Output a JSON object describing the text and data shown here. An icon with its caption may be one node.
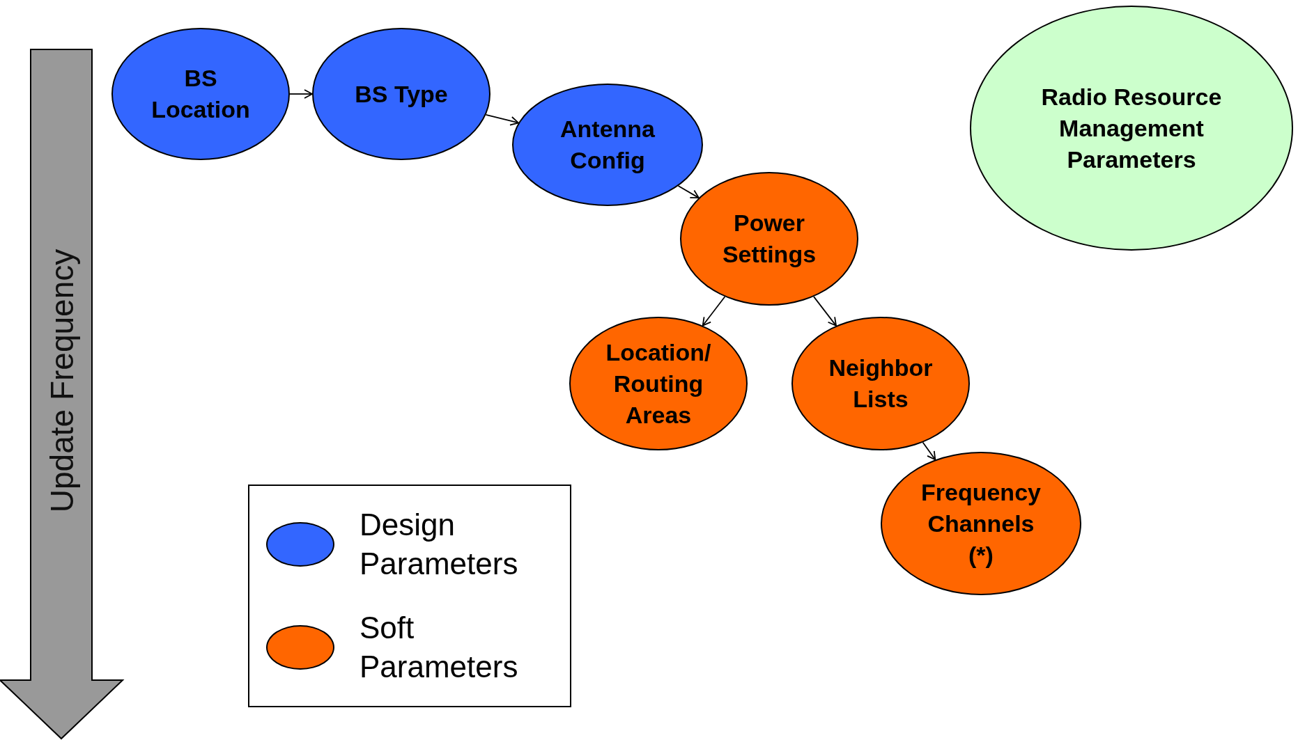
{
  "diagram": {
    "nodes": [
      {
        "text": [
          "BS Location"
        ]
      },
      {
        "text": [
          "BS Type"
        ]
      },
      {
        "text": [
          "Antenna Config"
        ]
      },
      {
        "text": [
          "Power Settings"
        ]
      },
      {
        "text": [
          "Location/ Routing Areas"
        ]
      },
      {
        "text": [
          "Neighbor Lists"
        ]
      },
      {
        "text": [
          "Frequency Channels (*)"
        ]
      },
      {
        "text": [
          "Radio Resource Management Parameters"
        ]
      }
    ],
    "edges": [
      {
        "from": 0,
        "to": 1,
        "arrow": "to"
      },
      {
        "from": 1,
        "to": 2,
        "arrow": "to"
      },
      {
        "from": 2,
        "to": 3,
        "arrow": "to"
      },
      {
        "from": 3,
        "to": 4,
        "arrow": "to"
      },
      {
        "from": 3,
        "to": 5,
        "arrow": "to"
      },
      {
        "from": 5,
        "to": 6,
        "arrow": "to"
      }
    ],
    "labels": [
      "Update Frequency"
    ],
    "legend": [
      {
        "text": "Design Parameters",
        "color": "#3366ff"
      },
      {
        "text": "Soft Parameters",
        "color": "#ff6600"
      }
    ]
  }
}
